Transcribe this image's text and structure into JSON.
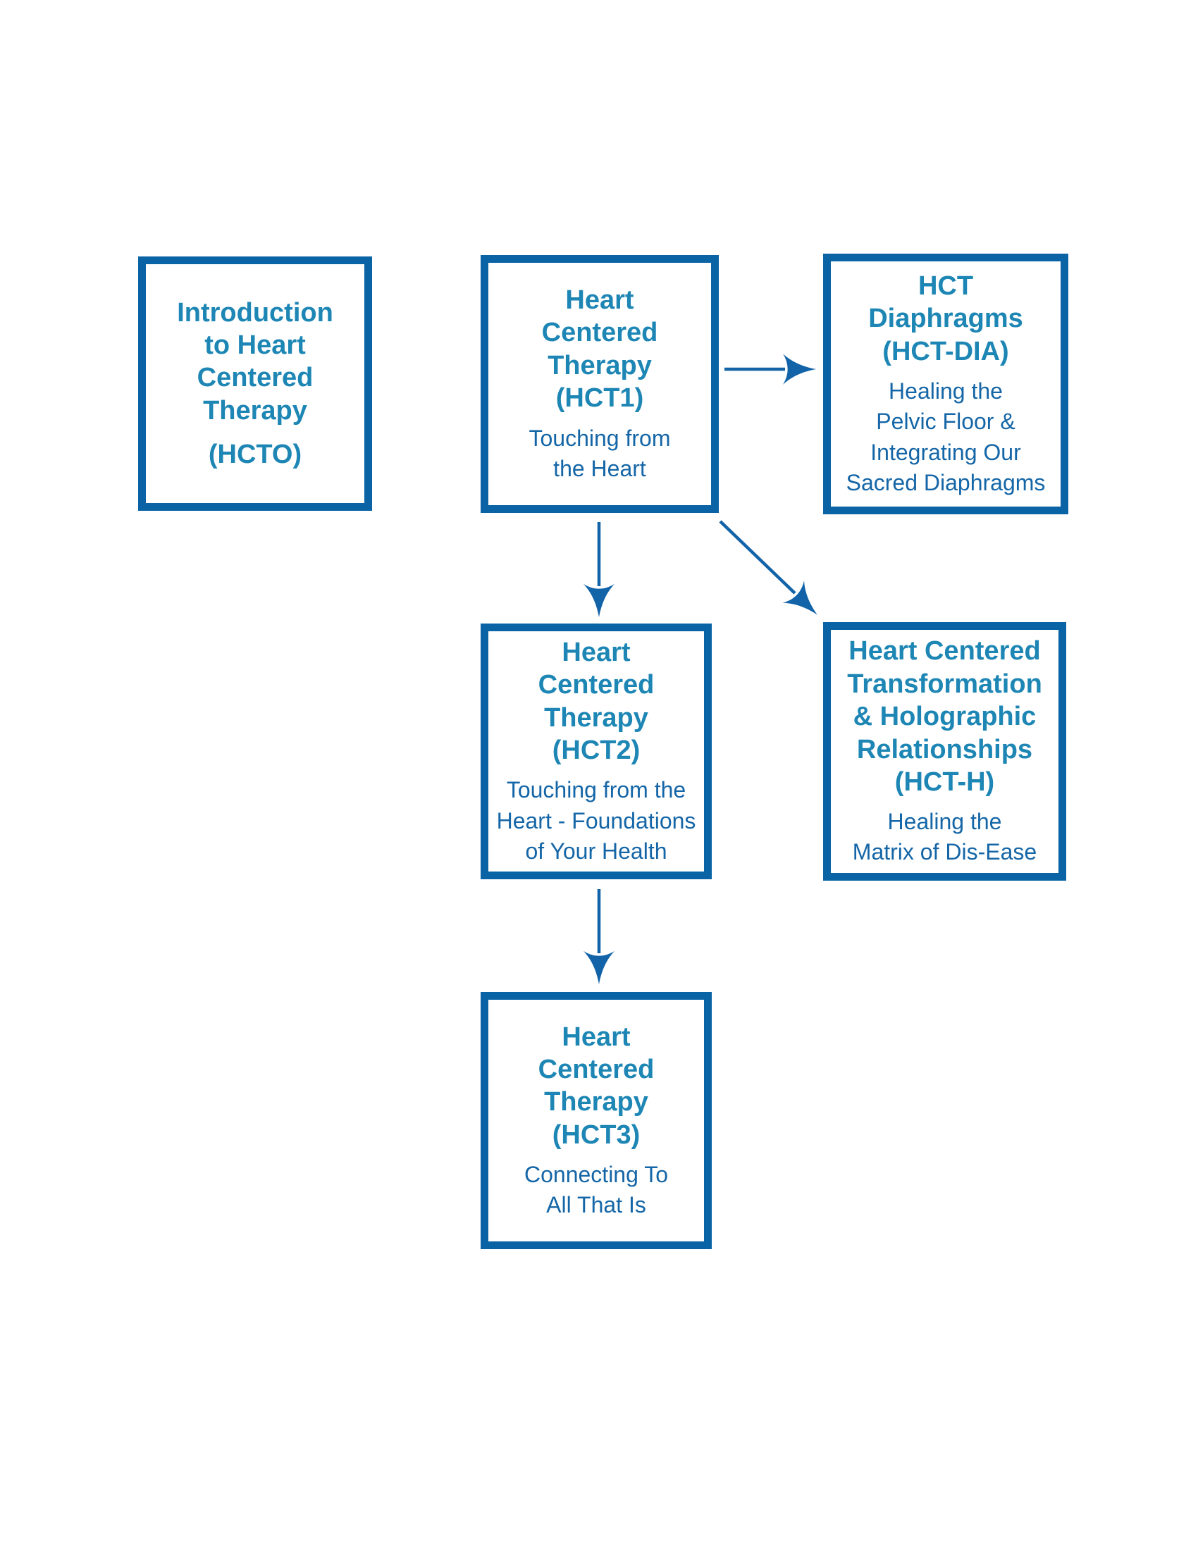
{
  "colors": {
    "border-blue": "#0a63a5",
    "title-teal": "#1d86b4",
    "body-blue": "#1566a7",
    "arrow-blue": "#1263a8",
    "page-bg": "#ffffff"
  },
  "boxes": [
    {
      "id": "hcto",
      "title": "Introduction\nto Heart\nCentered\nTherapy",
      "code": "(HCTO)",
      "subtitle": ""
    },
    {
      "id": "hct1",
      "title": "Heart\nCentered\nTherapy",
      "code": "(HCT1)",
      "subtitle": "Touching from\nthe Heart"
    },
    {
      "id": "hct-dia",
      "title": "HCT\nDiaphragms",
      "code": "(HCT-DIA)",
      "subtitle": "Healing the\nPelvic Floor &\nIntegrating Our\nSacred Diaphragms"
    },
    {
      "id": "hct2",
      "title": "Heart\nCentered\nTherapy",
      "code": "(HCT2)",
      "subtitle": "Touching from the\nHeart - Foundations\nof Your Health"
    },
    {
      "id": "hct-h",
      "title": "Heart Centered\nTransformation\n& Holographic\nRelationships",
      "code": "(HCT-H)",
      "subtitle": "Healing the\nMatrix of Dis-Ease"
    },
    {
      "id": "hct3",
      "title": "Heart\nCentered\nTherapy",
      "code": "(HCT3)",
      "subtitle": "Connecting To\nAll That Is"
    }
  ],
  "connections": [
    {
      "from": "HCT1",
      "to": "HCT-DIA",
      "direction": "right"
    },
    {
      "from": "HCT1",
      "to": "HCT2",
      "direction": "down"
    },
    {
      "from": "HCT1",
      "to": "HCT-H",
      "direction": "down-right"
    },
    {
      "from": "HCT2",
      "to": "HCT3",
      "direction": "down"
    }
  ]
}
